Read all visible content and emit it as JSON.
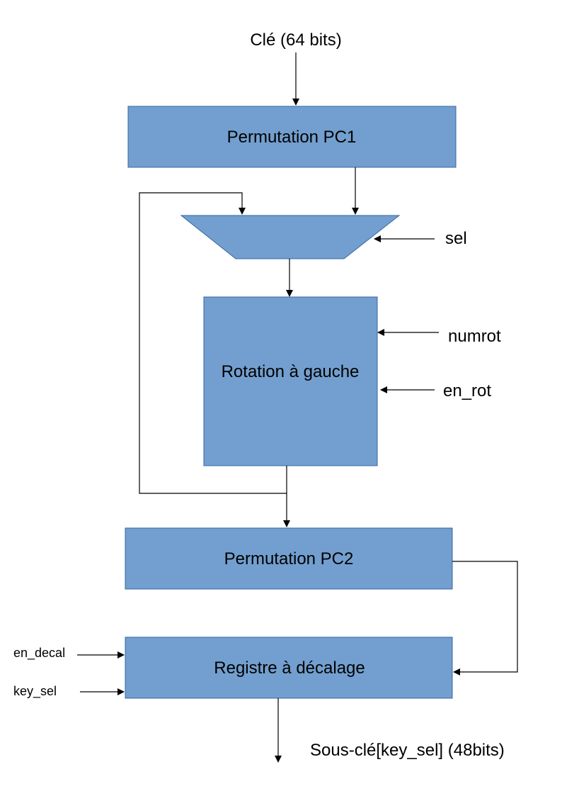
{
  "colors": {
    "block_fill": "#729fcf",
    "block_stroke": "#3465a4",
    "line": "#000000"
  },
  "inputs": {
    "key": "Clé (64 bits)",
    "sel": "sel",
    "numrot": "numrot",
    "en_rot": "en_rot",
    "en_decal": "en_decal",
    "key_sel": "key_sel"
  },
  "blocks": {
    "pc1": "Permutation PC1",
    "mux": "",
    "rotation": "Rotation à gauche",
    "pc2": "Permutation PC2",
    "register": "Registre à décalage"
  },
  "outputs": {
    "subkey": "Sous-clé[key_sel] (48bits)"
  }
}
